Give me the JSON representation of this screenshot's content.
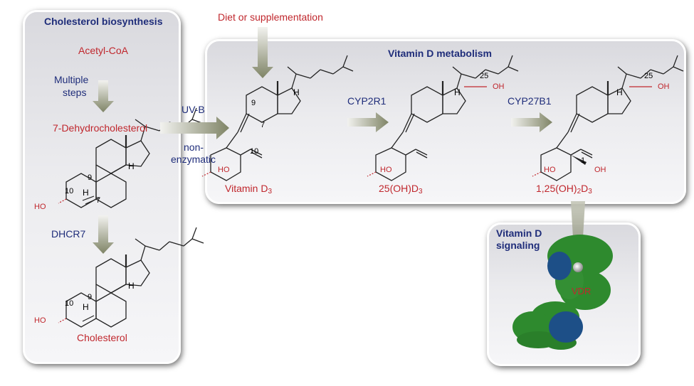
{
  "panels": {
    "cholesterol": {
      "title": "Cholesterol biosynthesis"
    },
    "metabolism": {
      "title": "Vitamin D metabolism"
    },
    "signaling": {
      "title_line1": "Vitamin D",
      "title_line2": "signaling"
    }
  },
  "compounds": {
    "acetyl_coa": "Acetyl-CoA",
    "dehydrocholesterol": "7-Dehydrocholesterol",
    "cholesterol": "Cholesterol",
    "vitamin_d3": {
      "base": "Vitamin D",
      "sub": "3"
    },
    "calcidiol": {
      "base": "25(OH)D",
      "sub": "3"
    },
    "calcitriol": {
      "pre": "1,25(OH)",
      "sub1": "2",
      "mid": "D",
      "sub2": "3"
    }
  },
  "steps": {
    "multiple_line1": "Multiple",
    "multiple_line2": "steps",
    "uvb": "UV-B",
    "non_enzymatic_line1": "non-",
    "non_enzymatic_line2": "enzymatic",
    "dhcr7": "DHCR7",
    "cyp2r1": "CYP2R1",
    "cyp27b1": "CYP27B1",
    "diet": "Diet or supplementation"
  },
  "structure_labels": {
    "n9": "9",
    "n10": "10",
    "n7": "7",
    "n25": "25",
    "n1": "1",
    "h": "H",
    "ho": "HO",
    "oh": "OH"
  },
  "protein_label": "VDR",
  "colors": {
    "title_blue": "#1f2d7a",
    "compound_red": "#c0272d",
    "arrow_olive": "#8e9174",
    "protein_green": "#2e8a2e",
    "protein_blue": "#1d4f87"
  }
}
